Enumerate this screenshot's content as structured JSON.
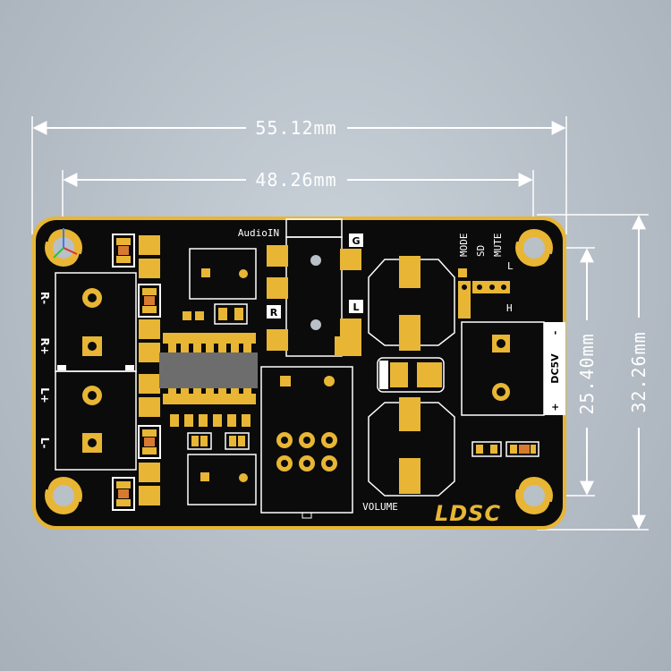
{
  "dimensions": {
    "board_width": "55.12mm",
    "hole_spacing_x": "48.26mm",
    "board_height": "32.26mm",
    "hole_spacing_y": "25.40mm"
  },
  "silkscreen": {
    "audio_in": "AudioIN",
    "g": "G",
    "r": "R",
    "l": "L",
    "mode": "MODE",
    "sd": "SD",
    "mute": "MUTE",
    "jumper_l": "L",
    "jumper_h": "H",
    "dc5v": "DC5V",
    "plus": "+",
    "minus": "-",
    "volume": "VOLUME",
    "out_r_minus": "R-",
    "out_r_plus": "R+",
    "out_l_plus": "L+",
    "out_l_minus": "L-"
  },
  "logo": "LDSC",
  "colors": {
    "board": "#0b0b0b",
    "pad": "#e8b634",
    "silk": "#ffffff",
    "dim_line": "#ffffff"
  }
}
